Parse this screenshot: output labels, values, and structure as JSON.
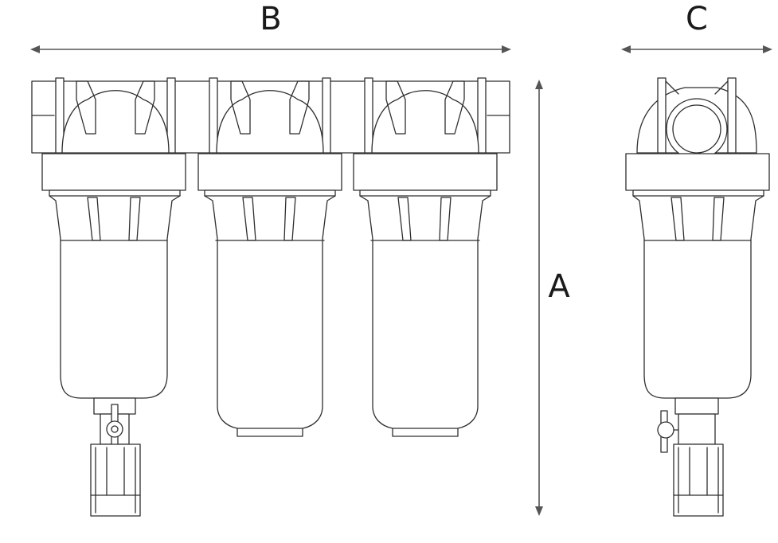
{
  "drawing": {
    "labels": {
      "height": "A",
      "width": "B",
      "depth": "C"
    }
  }
}
